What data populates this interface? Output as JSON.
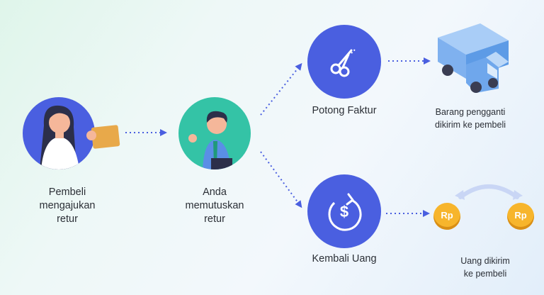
{
  "steps": {
    "buyer_label": [
      "Pembeli",
      "mengajukan",
      "retur"
    ],
    "you_label": [
      "Anda",
      "memutuskan",
      "retur"
    ],
    "cut_invoice_label": "Potong Faktur",
    "refund_label": "Kembali Uang"
  },
  "outcomes": {
    "replacement_label": [
      "Barang pengganti",
      "dikirim ke pembeli"
    ],
    "money_label": [
      "Uang dikirim",
      "ke pembeli"
    ],
    "coin_text": "Rp"
  },
  "icons": {
    "cut": "scissors-icon",
    "refund": "dollar-refresh-icon",
    "truck": "truck-icon",
    "coin": "coin-icon"
  },
  "colors": {
    "blue": "#4a5fe0",
    "teal": "#34c3a6",
    "coin": "#f7b52c",
    "arrow": "#4a5fe0"
  }
}
